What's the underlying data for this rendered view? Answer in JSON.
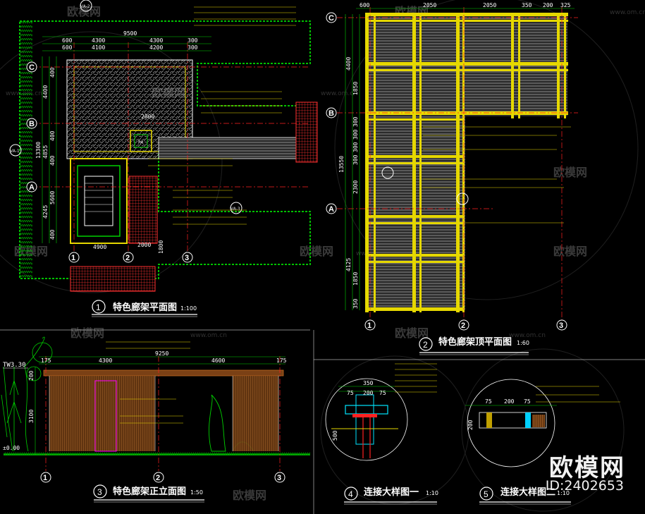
{
  "drawings": {
    "plan": {
      "num": "1",
      "title": "特色廊架平面图",
      "scale": "1:100"
    },
    "roof_plan": {
      "num": "2",
      "title": "特色廊架顶平面图",
      "scale": "1:60"
    },
    "elevation": {
      "num": "3",
      "title": "特色廊架正立面图",
      "scale": "1:50"
    },
    "detail_1": {
      "num": "4",
      "title": "连接大样图一",
      "scale": "1:10"
    },
    "detail_2": {
      "num": "5",
      "title": "连接大样图二",
      "scale": "1:10"
    }
  },
  "plan_dims": {
    "top_total": "9500",
    "top_row1": [
      "600",
      "4300",
      "4300",
      "300"
    ],
    "top_row2": [
      "600",
      "4100",
      "4200",
      "300"
    ],
    "left_dims": [
      "4400",
      "13300",
      "4855",
      "5600",
      "4245",
      "400",
      "400",
      "400",
      "400"
    ],
    "mid_labels": [
      "2000",
      "2000",
      "4900",
      "1800"
    ],
    "grid_rows": [
      "C",
      "B",
      "A"
    ],
    "grid_cols": [
      "1",
      "2",
      "3"
    ],
    "section_tags": [
      "VA-1",
      "VA-2",
      "VA-3"
    ],
    "plan_tag": "PA"
  },
  "roof_dims": {
    "top": [
      "600",
      "2050",
      "2050",
      "350",
      "200",
      "325"
    ],
    "left": [
      "4400",
      "1850",
      "13550",
      "300",
      "300",
      "300",
      "300",
      "2300",
      "4125",
      "1850",
      "350"
    ],
    "grid_rows": [
      "C",
      "B",
      "A"
    ],
    "grid_cols": [
      "1",
      "2",
      "3"
    ]
  },
  "elevation_dims": {
    "total": "9250",
    "spans": [
      "4300",
      "4600"
    ],
    "ends": [
      "175",
      "175"
    ],
    "heights": [
      "200",
      "3100"
    ],
    "level_top": "TW3.30",
    "level_bottom": "±0.00",
    "grid_cols": [
      "1",
      "2",
      "3"
    ]
  },
  "detail_dims": {
    "d1": [
      "75",
      "350",
      "75",
      "200",
      "500"
    ],
    "d2": [
      "75",
      "200",
      "75",
      "200"
    ]
  },
  "watermark": {
    "text": "欧模网",
    "url": "www.om.cn"
  },
  "brand": {
    "name": "欧模网",
    "id": "ID:2402653"
  },
  "colors": {
    "background": "#000000",
    "beam": "#e6d800",
    "accent_red": "#ff2020",
    "green": "#00d000",
    "cyan": "#00e5ff",
    "magenta": "#ff00ff",
    "wood": "#8a4b1a"
  }
}
